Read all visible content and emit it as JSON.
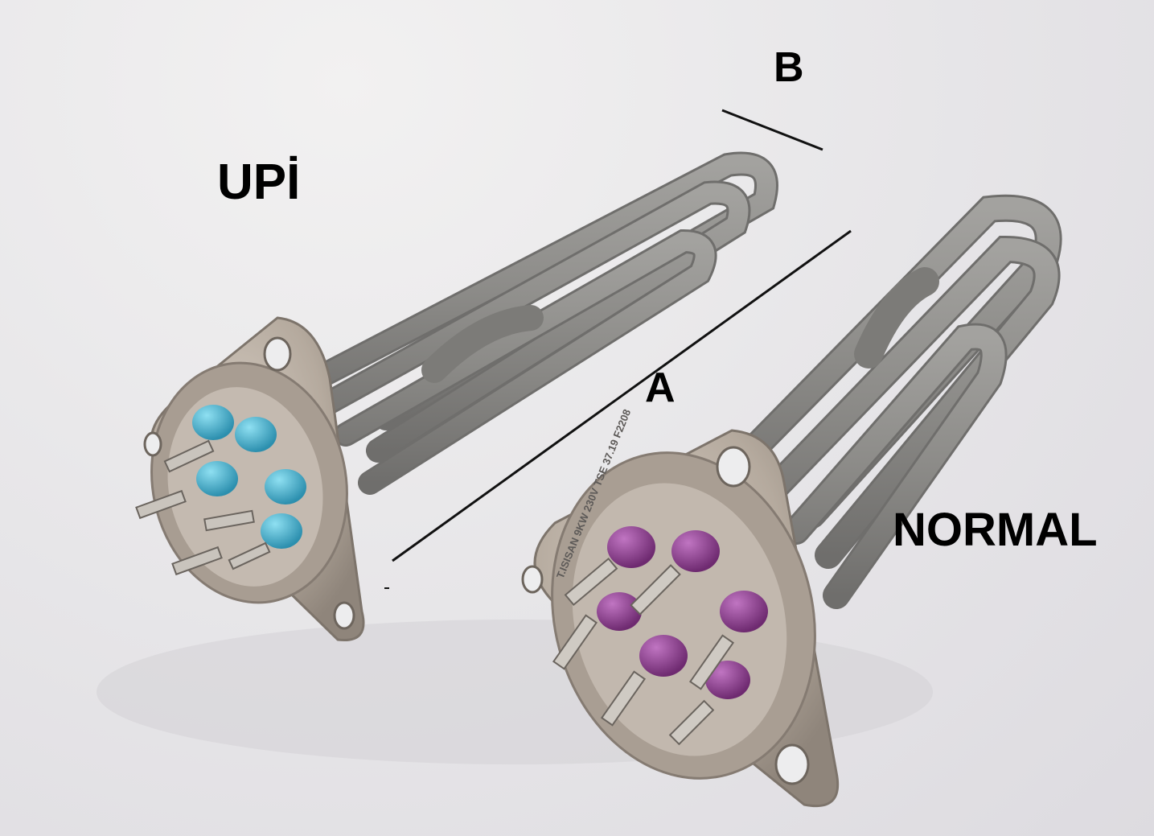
{
  "labels": {
    "upi": "UPİ",
    "b": "B",
    "a": "A",
    "normal": "NORMAL"
  },
  "heaters": {
    "upi": {
      "terminal_color": "#4ab3cf"
    },
    "normal": {
      "terminal_color": "#8a3a8c",
      "stamp_text": "T.ISISAN 9KW 230V TSE 37.19 F2208"
    }
  },
  "colors": {
    "background": "#e8e7e9",
    "tube": "#8e8d8b",
    "flange": "#b8aea3",
    "annotation_line": "#111111"
  }
}
